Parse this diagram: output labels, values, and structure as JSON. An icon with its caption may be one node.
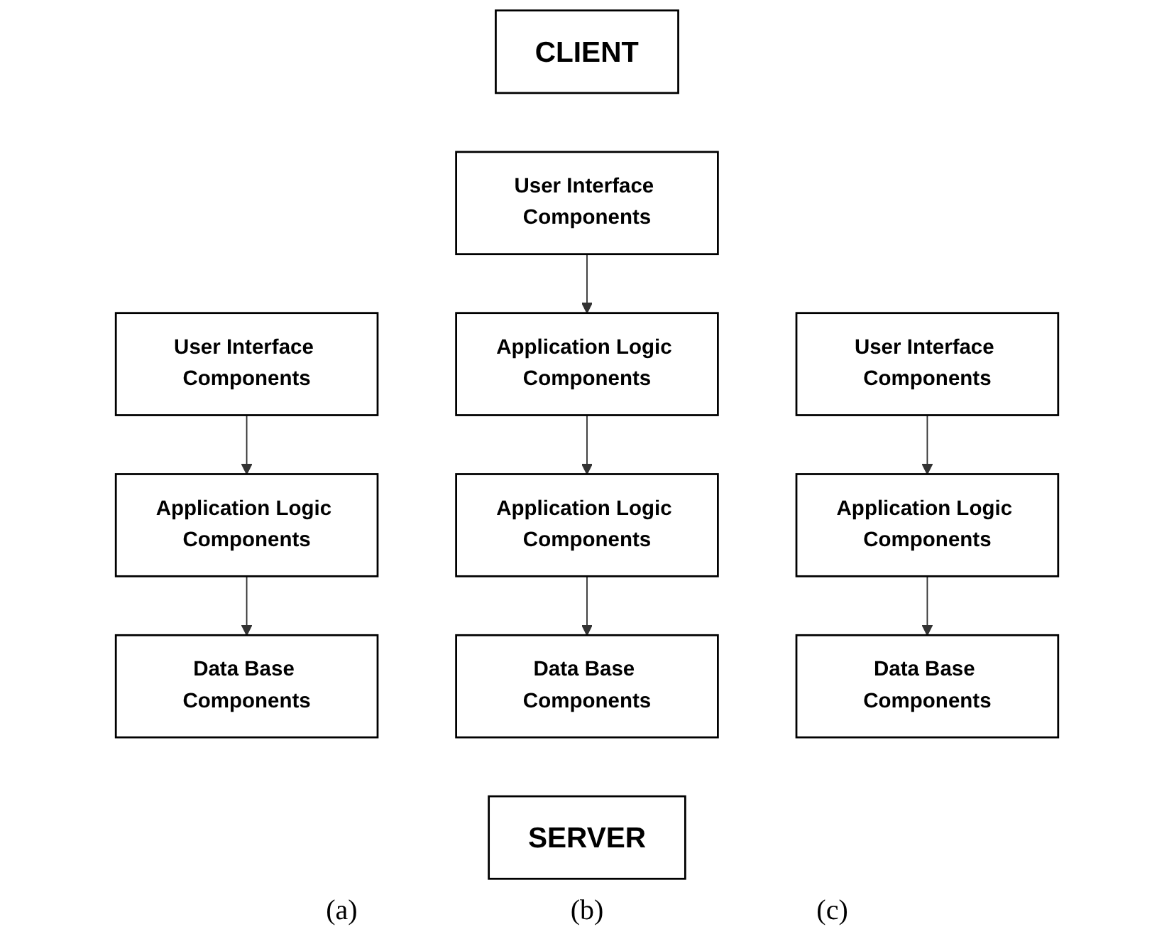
{
  "diagram": {
    "nodes": [
      {
        "text": [
          "CLIENT"
        ]
      },
      {
        "text": [
          "User Interface Components"
        ]
      },
      {
        "text": [
          "Application Logic Components"
        ]
      },
      {
        "text": [
          "Data Base Components"
        ]
      },
      {
        "text": [
          "User Interface Components"
        ]
      },
      {
        "text": [
          "Application Logic Components"
        ]
      },
      {
        "text": [
          "Application Logic Components"
        ]
      },
      {
        "text": [
          "Data Base Components"
        ]
      },
      {
        "text": [
          "User Interface Components"
        ]
      },
      {
        "text": [
          "Application Logic Components"
        ]
      },
      {
        "text": [
          "Data Base Components"
        ]
      },
      {
        "text": [
          "SERVER"
        ]
      }
    ],
    "edges": [
      {
        "from": 1,
        "to": 2,
        "arrow": "to"
      },
      {
        "from": 2,
        "to": 3,
        "arrow": "to"
      },
      {
        "from": 4,
        "to": 5,
        "arrow": "to"
      },
      {
        "from": 5,
        "to": 6,
        "arrow": "to"
      },
      {
        "from": 6,
        "to": 7,
        "arrow": "to"
      },
      {
        "from": 8,
        "to": 9,
        "arrow": "to"
      },
      {
        "from": 9,
        "to": 10,
        "arrow": "to"
      }
    ],
    "labels": [
      "(a)",
      "(b)",
      "(c)"
    ]
  }
}
